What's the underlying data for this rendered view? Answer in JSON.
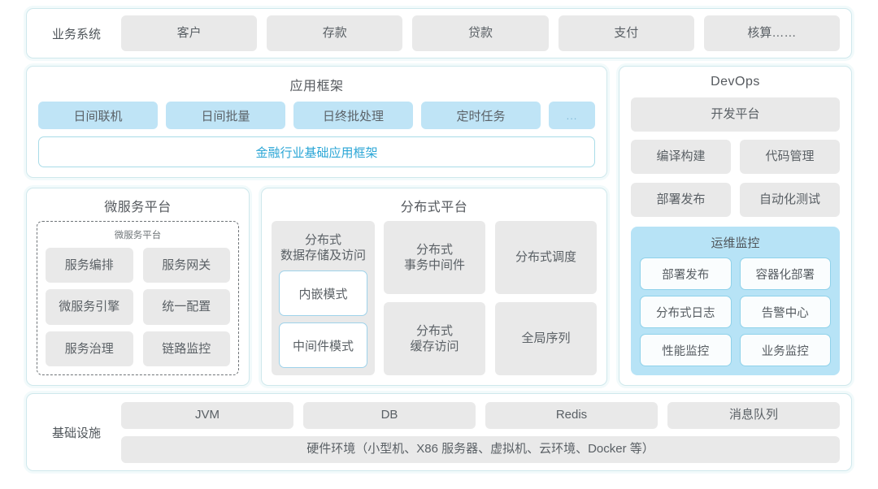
{
  "business_systems": {
    "label": "业务系统",
    "items": [
      "客户",
      "存款",
      "贷款",
      "支付",
      "核算……"
    ]
  },
  "app_framework": {
    "title": "应用框架",
    "tags": [
      "日间联机",
      "日间批量",
      "日终批处理",
      "定时任务"
    ],
    "ellipsis": "...",
    "foundation_bar": "金融行业基础应用框架"
  },
  "microservice_platform": {
    "title": "微服务平台",
    "inner_title": "微服务平台",
    "items": [
      "服务编排",
      "服务网关",
      "微服务引擎",
      "统一配置",
      "服务治理",
      "链路监控"
    ]
  },
  "distributed_platform": {
    "title": "分布式平台",
    "storage_card": {
      "title": "分布式\n数据存储及访问",
      "modes": [
        "内嵌模式",
        "中间件模式"
      ]
    },
    "items": [
      "分布式\n事务中间件",
      "分布式调度",
      "分布式\n缓存访问",
      "全局序列"
    ]
  },
  "devops": {
    "title": "DevOps",
    "platform": "开发平台",
    "items": [
      "编译构建",
      "代码管理",
      "部署发布",
      "自动化测试"
    ],
    "ops_monitor": {
      "title": "运维监控",
      "items": [
        "部署发布",
        "容器化部署",
        "分布式日志",
        "告警中心",
        "性能监控",
        "业务监控"
      ]
    }
  },
  "infrastructure": {
    "label": "基础设施",
    "items": [
      "JVM",
      "DB",
      "Redis",
      "消息队列"
    ],
    "hardware": "硬件环境（小型机、X86 服务器、虚拟机、云环境、Docker 等）"
  },
  "colors": {
    "accent": "#2ba6d6",
    "tag_blue": "#bfe4f6",
    "tile_gray": "#e9e9e9",
    "card_border": "#cfe8ec",
    "ops_panel": "#b7e3f6"
  }
}
